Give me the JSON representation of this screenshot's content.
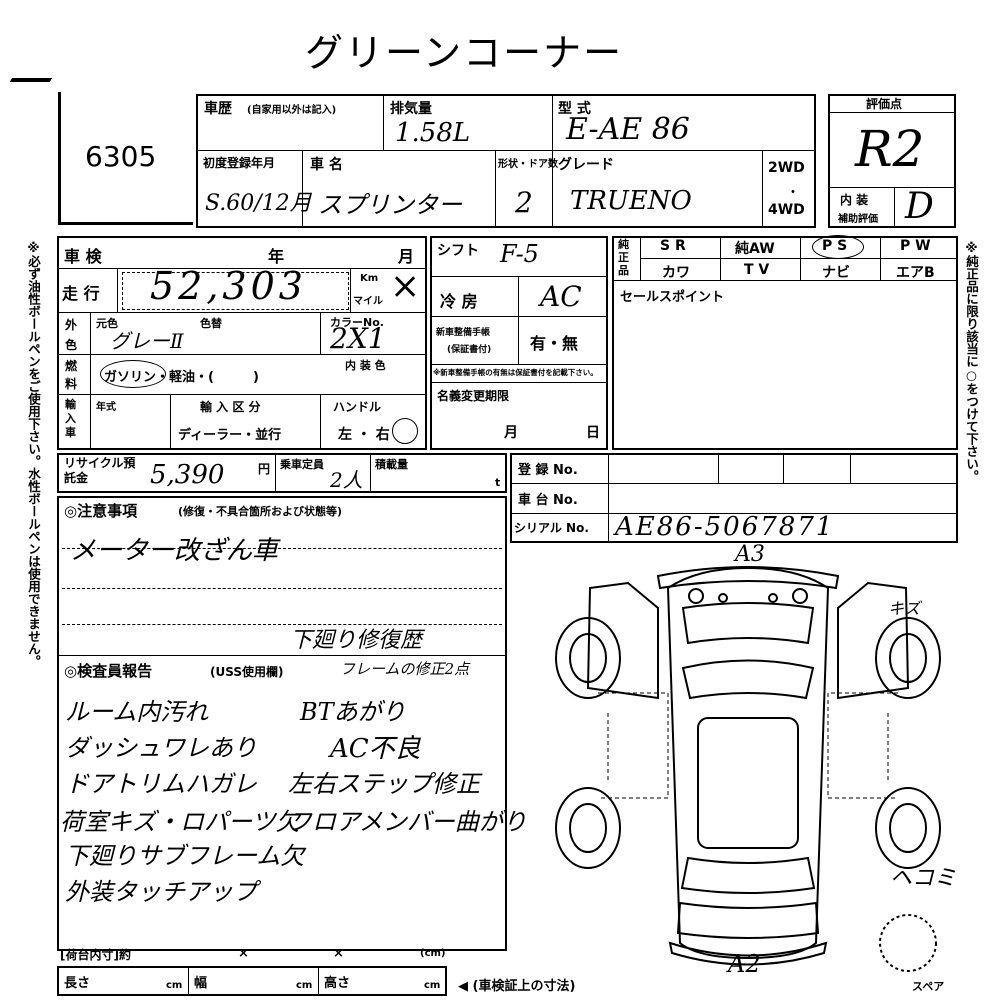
{
  "title": "グリーンコーナー",
  "lot_number": "6305",
  "header": {
    "history_label": "車歴",
    "history_note": "(自家用以外は記入)",
    "displacement_label": "排気量",
    "displacement_value": "1.58L",
    "model_label": "型 式",
    "model_value": "E-AE 86",
    "score_label": "評価点",
    "score_value": "R2",
    "first_reg_label": "初度登録年月",
    "first_reg_value": "S.60/12月",
    "name_label": "車 名",
    "name_value": "スプリンター",
    "doors_label": "形状・ドア数",
    "doors_value": "2",
    "grade_label": "グレード",
    "grade_value": "TRUENO",
    "drive_2wd": "2WD",
    "drive_4wd": "4WD",
    "interior_label": "内 装",
    "interior_sub": "補助評価",
    "interior_value": "D"
  },
  "left": {
    "inspection_label": "車 検",
    "year_label": "年",
    "month_label": "月",
    "mileage_label": "走 行",
    "mileage_value": "52,303",
    "km_label": "Km",
    "mile_label": "マイル",
    "exterior_label": "外 色",
    "orig_color_label": "元色",
    "color_change_label": "色替",
    "color_value": "グレーⅡ",
    "color_code_label": "カラーNo.",
    "color_code_value": "2X1",
    "interior_color_label": "内 装 色",
    "fuel_label": "燃 料",
    "fuel_options": "ガソリン・軽油・(　　　)",
    "import_label": "輸入車",
    "model_year_label": "年式",
    "import_type_label": "輸 入 区 分",
    "import_type_value": "ディーラー・並行",
    "handle_label": "ハンドル",
    "handle_value": "左 ・ 右"
  },
  "middle": {
    "shift_label": "シフト",
    "shift_value": "F-5",
    "ac_label": "冷 房",
    "ac_value": "AC",
    "manual_label": "新車整備手帳",
    "manual_sub": "(保証書付)",
    "manual_value": "有・無",
    "manual_note": "※新車整備手帳の有無は保証書付を記載下さい。",
    "namechange_label": "名義変更期限",
    "nc_month": "月",
    "nc_day": "日"
  },
  "equipment": {
    "side_label": "純正品",
    "row1": [
      "S R",
      "純AW",
      "P S",
      "P W"
    ],
    "row2": [
      "カワ",
      "T V",
      "ナビ",
      "エアB"
    ],
    "sales_label": "セールスポイント"
  },
  "recycle": {
    "label": "リサイクル預託金",
    "value": "5,390",
    "unit": "円",
    "capacity_label": "乗車定員",
    "capacity_value": "2人",
    "load_label": "積載量",
    "load_unit": "t"
  },
  "registration": {
    "reg_label": "登 録 No.",
    "chassis_label": "車 台 No.",
    "serial_label": "シリアル No.",
    "serial_value": "AE86-5067871"
  },
  "notes": {
    "caution_title": "◎注意事項",
    "caution_sub": "(修復・不具合箇所および状態等)",
    "caution_text": "メーター改ざん車",
    "caution_repair": "下廻り修復歴",
    "caution_extra": "フレームの修正2点",
    "inspector_title": "◎検査員報告",
    "inspector_sub": "(USS使用欄)",
    "report_left": [
      "ルーム内汚れ",
      "ダッシュワレあり",
      "ドアトリムハガレ",
      "荷室キズ・ロパーツ欠",
      "下廻りサブフレーム欠",
      "外装タッチアップ"
    ],
    "report_right": [
      "BTあがり",
      "AC不良",
      "左右ステップ修正",
      "フロアメンバー曲がり"
    ]
  },
  "diagram": {
    "mark_top": "A3",
    "mark_bottom": "A2",
    "mark_right_top": "キズ",
    "mark_right_bottom": "ヘコミ",
    "spare_label": "スペア"
  },
  "footer": {
    "cargo_label": "[荷台内寸]約",
    "x1": "×",
    "x2": "×",
    "unit": "(cm)",
    "length_label": "長さ",
    "width_label": "幅",
    "height_label": "高さ",
    "cm": "cm",
    "cert_note": "◀ (車検証上の寸法)"
  },
  "side_notes": {
    "left": "※必ず油性ボールペンをご使用下さい。水性ボールペンは使用できません。",
    "right": "※純正品に限り該当に○をつけて下さい。"
  }
}
